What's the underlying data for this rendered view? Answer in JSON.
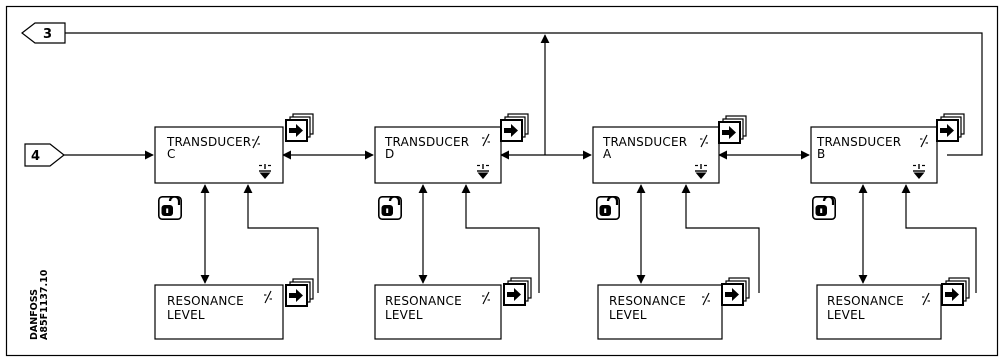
{
  "connectors": {
    "input": "4",
    "output": "3"
  },
  "transducers": [
    {
      "title": "TRANSDUCER",
      "letter": "C",
      "resonance_line1": "RESONANCE",
      "resonance_line2": "LEVEL"
    },
    {
      "title": "TRANSDUCER",
      "letter": "D",
      "resonance_line1": "RESONANCE",
      "resonance_line2": "LEVEL"
    },
    {
      "title": "TRANSDUCER",
      "letter": "A",
      "resonance_line1": "RESONANCE",
      "resonance_line2": "LEVEL"
    },
    {
      "title": "TRANSDUCER",
      "letter": "B",
      "resonance_line1": "RESONANCE",
      "resonance_line2": "LEVEL"
    }
  ],
  "side_code": {
    "line1": "DANFOSS",
    "line2": "A85F1137.10"
  },
  "icons": [
    "enter-icon",
    "scroll-down-icon",
    "password-lock-icon",
    "edit-slash-icon"
  ]
}
